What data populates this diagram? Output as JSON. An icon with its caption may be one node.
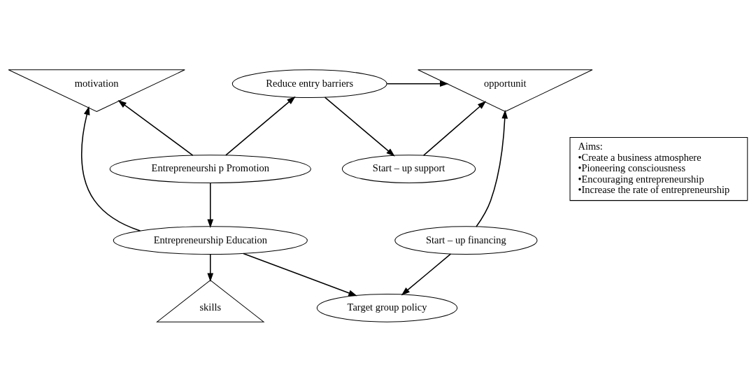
{
  "diagram": {
    "nodes": [
      {
        "text": [
          "motivation"
        ]
      },
      {
        "text": [
          "Reduce entry barriers"
        ]
      },
      {
        "text": [
          "opportunit"
        ]
      },
      {
        "text": [
          "Entrepreneurshi p Promotion"
        ]
      },
      {
        "text": [
          "Aims:",
          "•Create a business atmosphere",
          "•Pioneering consciousness",
          "•Encouraging entrepreneurship",
          "•Increase the rate of entrepreneurship"
        ]
      },
      {
        "text": [
          "Start – up support"
        ]
      },
      {
        "text": [
          "Entrepreneurship Education"
        ]
      },
      {
        "text": [
          "Start – up financing"
        ]
      },
      {
        "text": [
          "skills"
        ]
      },
      {
        "text": [
          "Target group policy"
        ]
      }
    ],
    "edges": [
      {
        "from": 3,
        "to": 0,
        "arrow": "to"
      },
      {
        "from": 3,
        "to": 1,
        "arrow": "to"
      },
      {
        "from": 1,
        "to": 2,
        "arrow": "to"
      },
      {
        "from": 1,
        "to": 5,
        "arrow": "to"
      },
      {
        "from": 5,
        "to": 2,
        "arrow": "to"
      },
      {
        "from": 3,
        "to": 6,
        "arrow": "to"
      },
      {
        "from": 6,
        "to": 0,
        "arrow": "to"
      },
      {
        "from": 7,
        "to": 2,
        "arrow": "to"
      },
      {
        "from": 6,
        "to": 8,
        "arrow": "to"
      },
      {
        "from": 6,
        "to": 9,
        "arrow": "to"
      },
      {
        "from": 7,
        "to": 9,
        "arrow": "to"
      }
    ]
  }
}
